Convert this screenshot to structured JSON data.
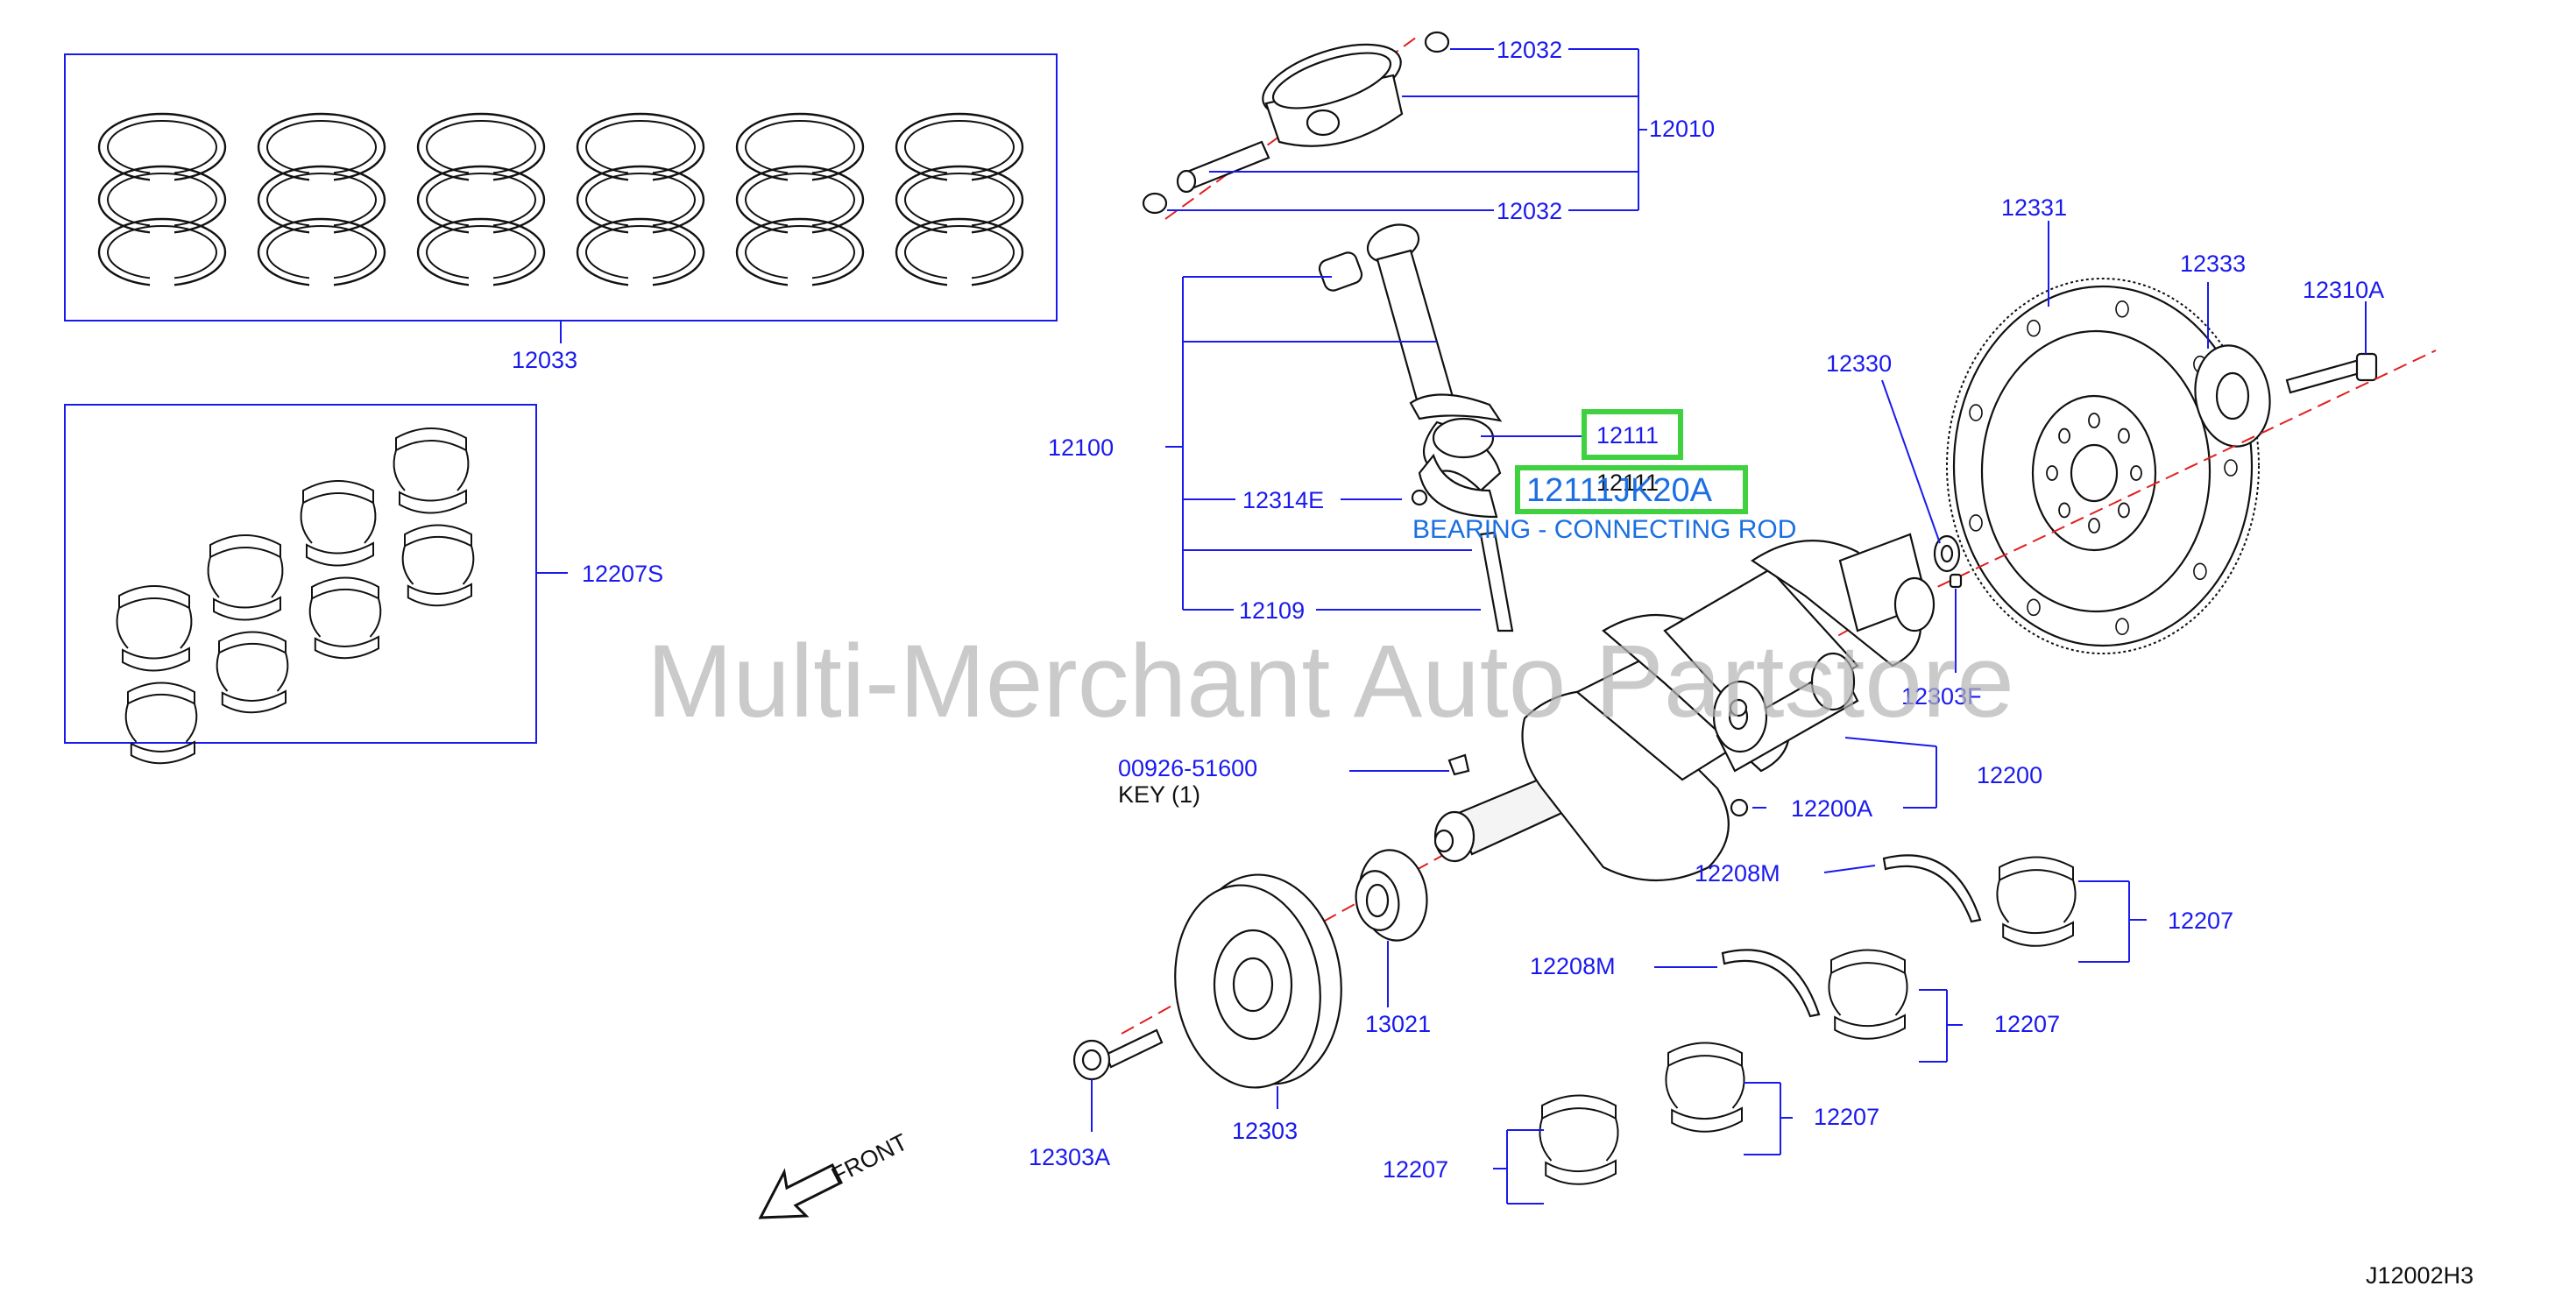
{
  "diagram_code": "J12002H3",
  "watermark": "Multi-Merchant Auto Partstore",
  "front_label": "FRONT",
  "selected": {
    "part_number": "12111JK20A",
    "description": "BEARING - CONNECTING ROD",
    "ref": "12111"
  },
  "key_note": "KEY   (1)",
  "callouts": {
    "p12032a": "12032",
    "p12010": "12010",
    "p12032b": "12032",
    "p12033": "12033",
    "p12100": "12100",
    "p12111": "12111",
    "p12314E": "12314E",
    "p12109": "12109",
    "p12207S": "12207S",
    "p12331": "12331",
    "p12333": "12333",
    "p12310A": "12310A",
    "p12330": "12330",
    "p12303F": "12303F",
    "p00926": "00926-51600",
    "p12200": "12200",
    "p12200A": "12200A",
    "p12208M_a": "12208M",
    "p12208M_b": "12208M",
    "p12207_a": "12207",
    "p12207_b": "12207",
    "p12207_c": "12207",
    "p12207_d": "12207",
    "p13021": "13021",
    "p12303": "12303",
    "p12303A": "12303A"
  },
  "colors": {
    "label": "#1a1aee",
    "highlight": "#3fd13f",
    "centerline": "#e02020",
    "selected_text": "#1b6fe0"
  }
}
